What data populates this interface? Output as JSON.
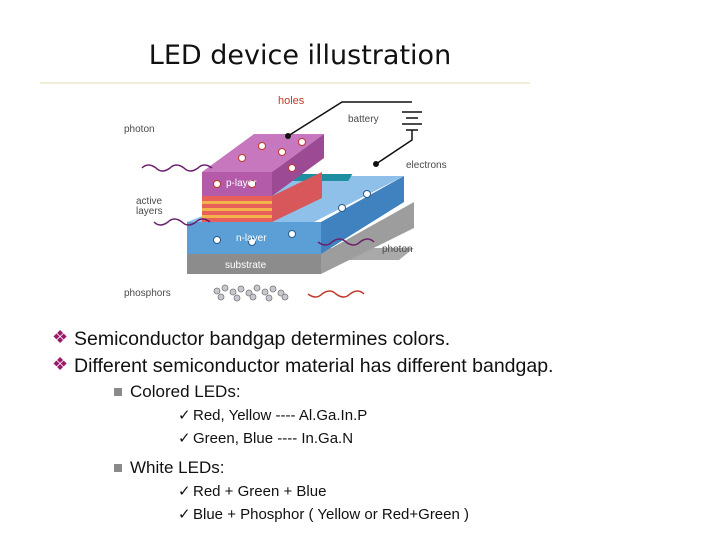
{
  "slide": {
    "title": "LED device illustration"
  },
  "diagram": {
    "labels": {
      "holes": "holes",
      "battery": "battery",
      "photon_left": "photon",
      "electrons": "electrons",
      "p_layer": "p-layer",
      "active_layers_line1": "active",
      "active_layers_line2": "layers",
      "n_layer": "n-layer",
      "photon_right": "photon",
      "substrate": "substrate",
      "phosphors": "phosphors"
    },
    "colors": {
      "p_layer": "#b35aa8",
      "active_layers": "#e8605a",
      "n_layer": "#5b9fd6",
      "substrate": "#8c8c8c",
      "label_text": "#4a4a4a"
    }
  },
  "bullets": [
    {
      "text": "Semiconductor bandgap determines colors.",
      "icon": "diamond-bullet-icon"
    },
    {
      "text": "Different semiconductor material has different bandgap.",
      "icon": "diamond-bullet-icon",
      "sub": [
        {
          "text": "Colored LEDs:",
          "icon": "square-bullet-icon",
          "items": [
            "Red, Yellow  ----  Al.Ga.In.P",
            "Green, Blue  ----  In.Ga.N"
          ]
        },
        {
          "text": "White LEDs:",
          "icon": "square-bullet-icon",
          "items": [
            "Red + Green + Blue",
            "Blue + Phosphor ( Yellow or Red+Green )"
          ]
        }
      ]
    }
  ],
  "check_mark": "✓",
  "diamond_mark": "❖"
}
